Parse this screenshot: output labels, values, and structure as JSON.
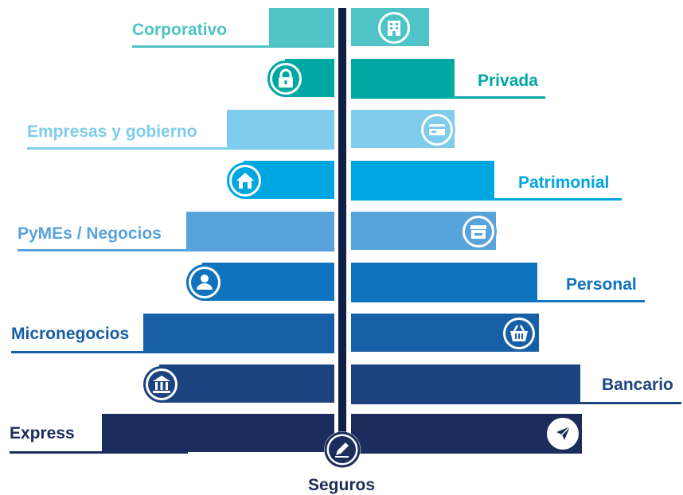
{
  "diagram": {
    "footer_label": "Seguros",
    "footer_icon": "pen-icon",
    "colors": {
      "spine": "#0f1f46",
      "corporativo": "#4fc3c6",
      "privada": "#00a8a3",
      "empresas": "#7fccec",
      "patrimonial": "#00a6e0",
      "pymes": "#58a3dc",
      "personal": "#0f74bd",
      "micronegocios": "#175fa6",
      "bancario": "#1d4481",
      "express": "#1b2d5c"
    },
    "segments": [
      {
        "label": "Corporativo",
        "side": "left",
        "color": "#4fc3c6",
        "icon": "building-icon"
      },
      {
        "label": "Privada",
        "side": "right",
        "color": "#00a8a3",
        "icon": "lock-icon"
      },
      {
        "label": "Empresas y gobierno",
        "side": "left",
        "color": "#7fccec",
        "icon": "card-icon"
      },
      {
        "label": "Patrimonial",
        "side": "right",
        "color": "#00a6e0",
        "icon": "house-icon"
      },
      {
        "label": "PyMEs / Negocios",
        "side": "left",
        "color": "#58a3dc",
        "icon": "shop-icon"
      },
      {
        "label": "Personal",
        "side": "right",
        "color": "#0f74bd",
        "icon": "person-icon"
      },
      {
        "label": "Micronegocios",
        "side": "left",
        "color": "#175fa6",
        "icon": "basket-icon"
      },
      {
        "label": "Bancario",
        "side": "right",
        "color": "#1d4481",
        "icon": "bank-icon"
      },
      {
        "label": "Express",
        "side": "left",
        "color": "#1b2d5c",
        "icon": "send-icon"
      }
    ]
  }
}
